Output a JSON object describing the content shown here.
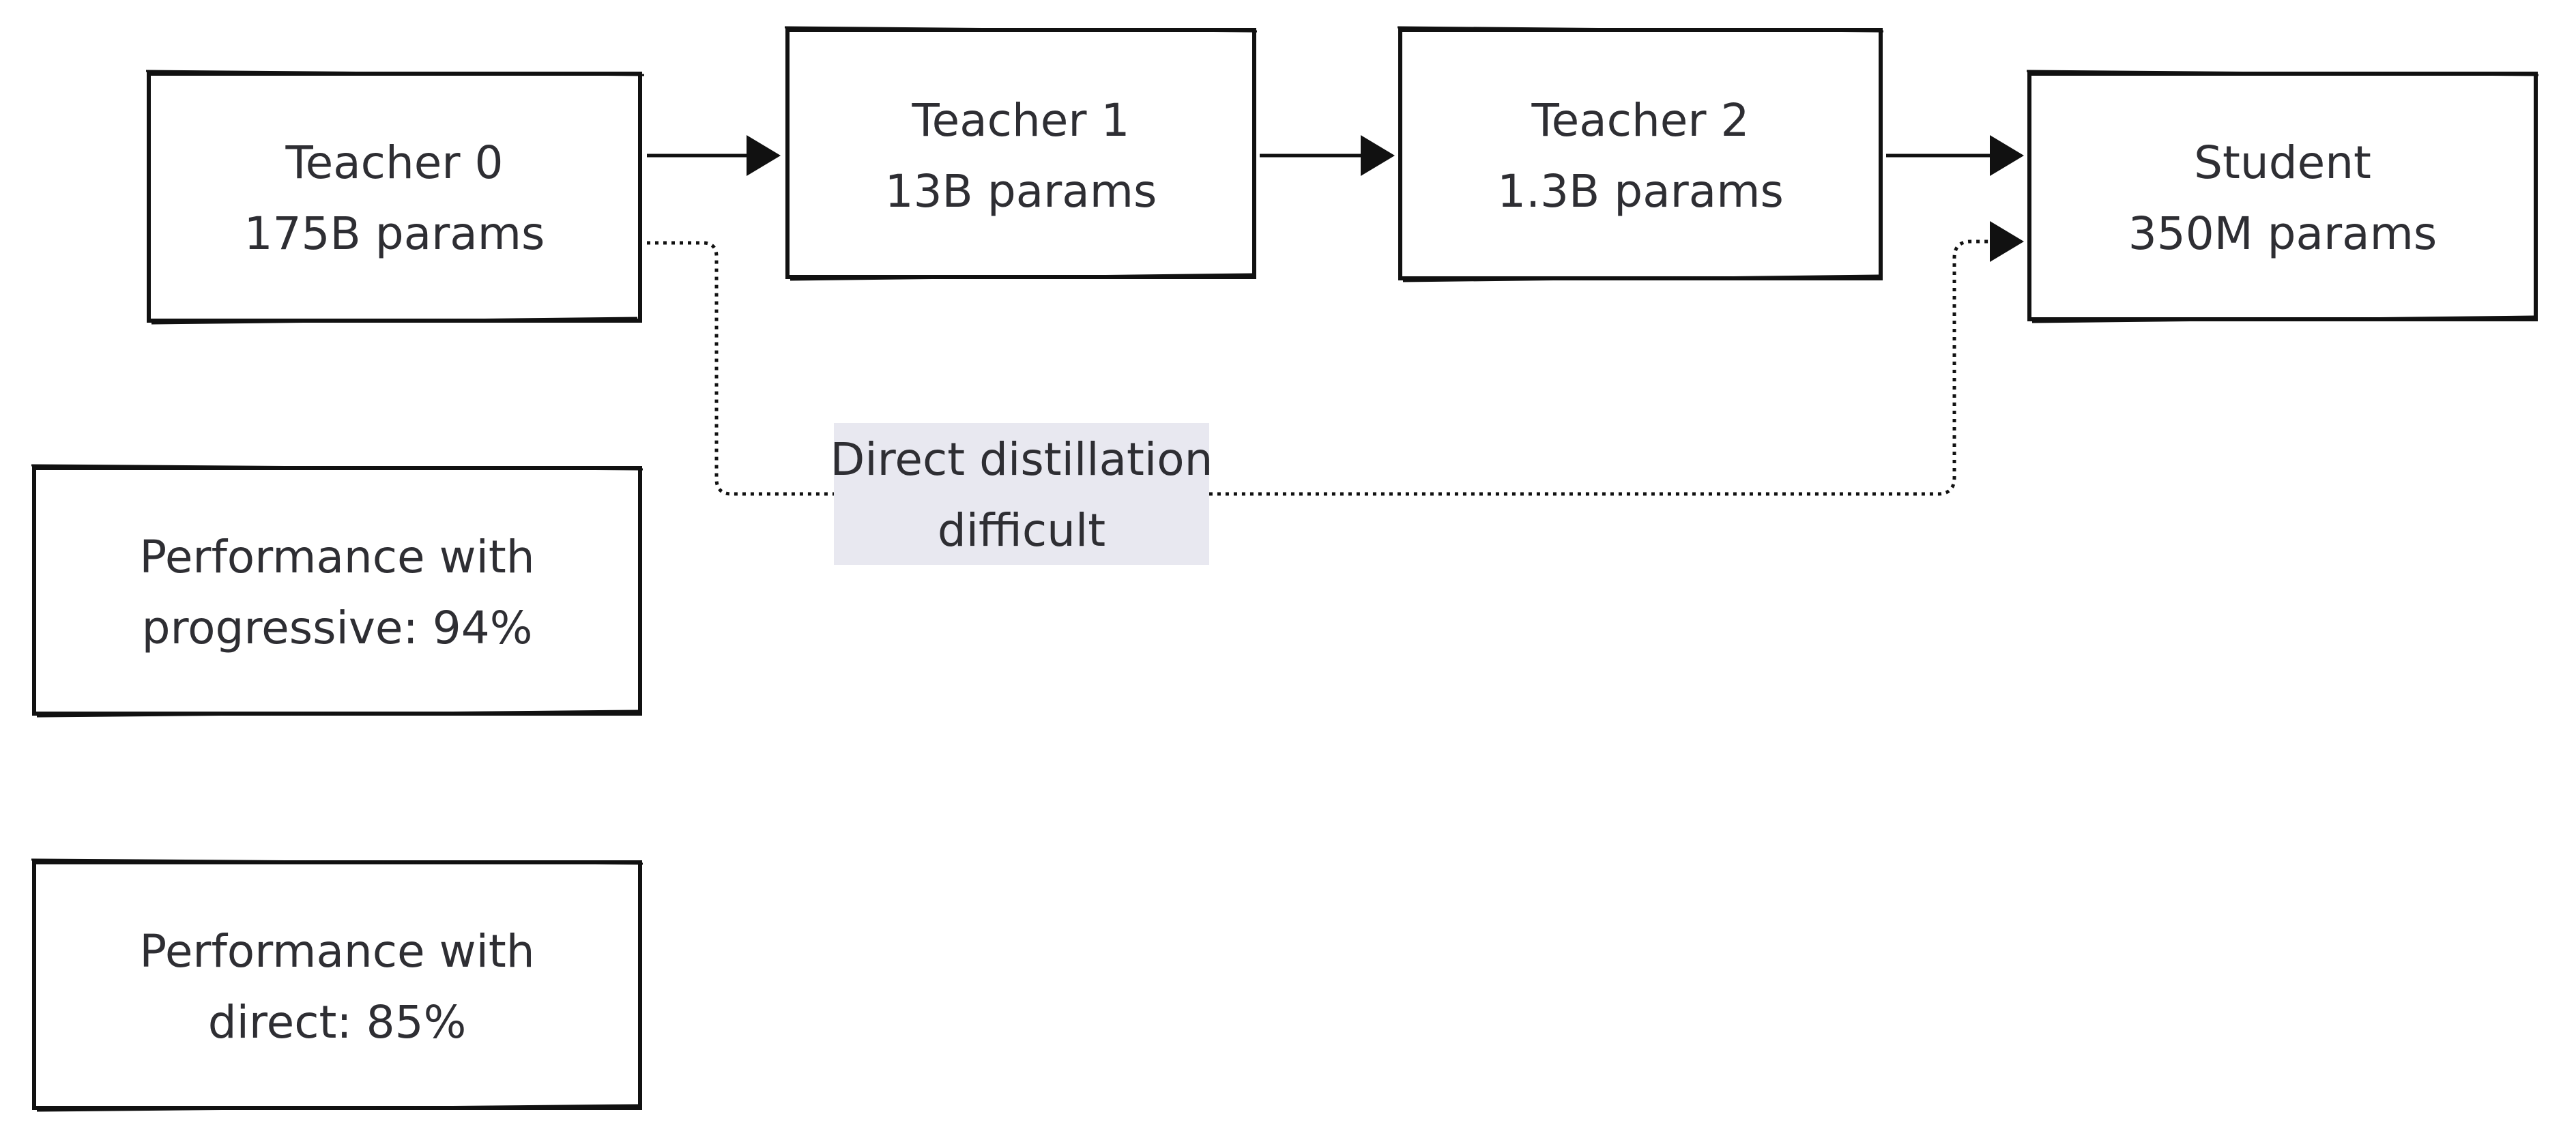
{
  "nodes": {
    "teacher0": {
      "line1": "Teacher 0",
      "line2": "175B params"
    },
    "teacher1": {
      "line1": "Teacher 1",
      "line2": "13B params"
    },
    "teacher2": {
      "line1": "Teacher 2",
      "line2": "1.3B params"
    },
    "student": {
      "line1": "Student",
      "line2": "350M params"
    },
    "perf_progressive": {
      "line1": "Performance with",
      "line2": "progressive: 94%"
    },
    "perf_direct": {
      "line1": "Performance with",
      "line2": "direct: 85%"
    }
  },
  "edges": {
    "direct_label": {
      "line1": "Direct distillation",
      "line2": "difficult"
    }
  },
  "colors": {
    "stroke": "#111111",
    "text": "#2e2e33",
    "label_background": "#e8e8f0",
    "background": "#ffffff"
  }
}
